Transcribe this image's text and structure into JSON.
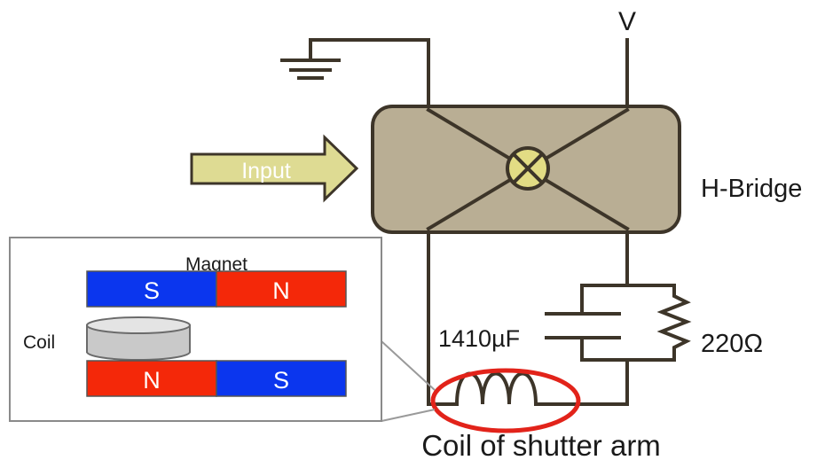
{
  "labels": {
    "supply": "V",
    "input": "Input",
    "bridge": "H-Bridge",
    "magnet": "Magnet",
    "coil": "Coil",
    "capacitor": "1410µF",
    "resistor": "220Ω",
    "shutter_coil": "Coil of shutter arm"
  },
  "magnet_poles": {
    "top": [
      "S",
      "N"
    ],
    "bottom": [
      "N",
      "S"
    ]
  },
  "colors": {
    "wire": "#3d3529",
    "bridge_fill": "#b9ae94",
    "bridge_center": "#e2dc84",
    "arrow_fill": "#dedb93",
    "pole_blue": "#0b36ee",
    "pole_red": "#f42809",
    "highlight": "#e2231a",
    "coil_fill": "#c9c9c9"
  }
}
